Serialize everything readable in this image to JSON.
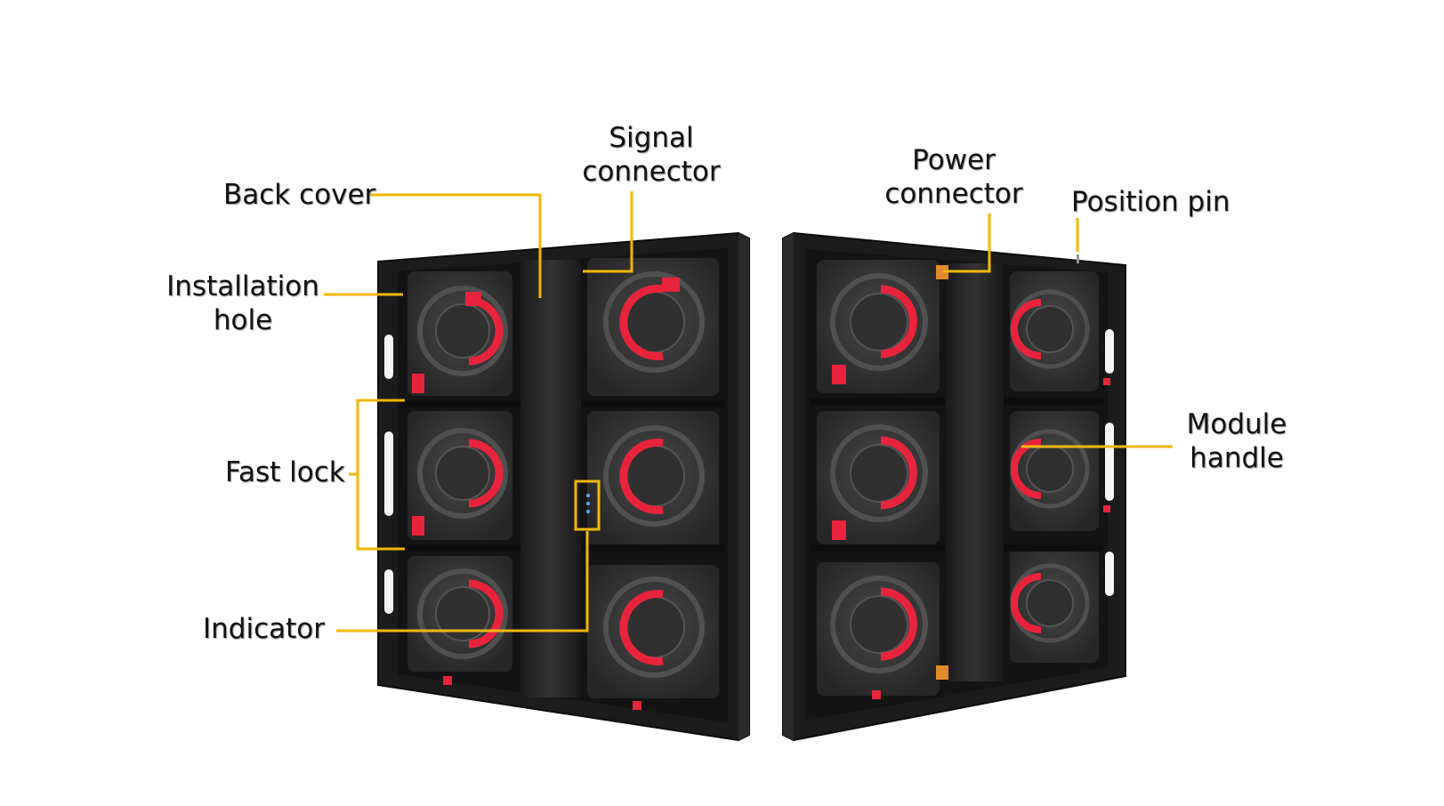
{
  "labels": {
    "back_cover": "Back cover",
    "signal_connector": [
      "Signal",
      "connector"
    ],
    "power_connector": [
      "Power",
      "connector"
    ],
    "position_pin": "Position pin",
    "installation_hole": [
      "Installation",
      "hole"
    ],
    "fast_lock": "Fast lock",
    "indicator": "Indicator",
    "module_handle": [
      "Module",
      "handle"
    ]
  },
  "colors": {
    "leader_line": "#f2b705",
    "cabinet_frame": "#1c1c1c",
    "module_face": "#3a3a3a",
    "accent_red": "#e8243a",
    "background": "#ffffff"
  }
}
